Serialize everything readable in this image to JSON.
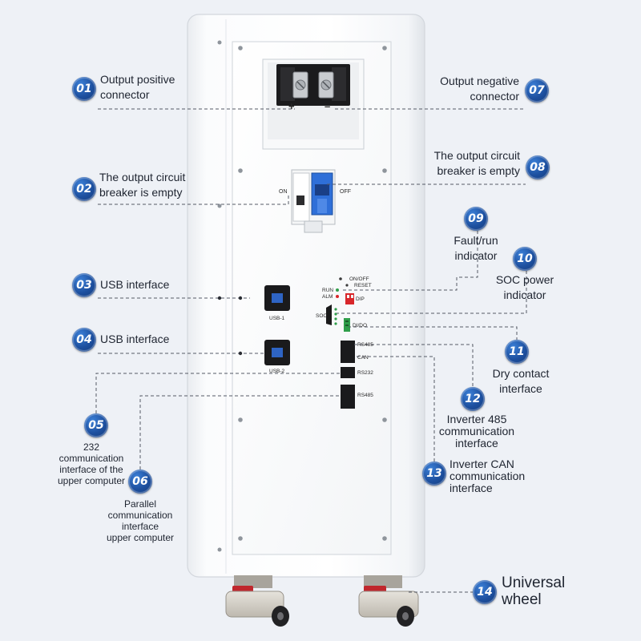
{
  "callouts": [
    {
      "number": "01",
      "lines": [
        "Output positive",
        "connector"
      ]
    },
    {
      "number": "02",
      "lines": [
        "The output circuit",
        "breaker is empty"
      ]
    },
    {
      "number": "03",
      "lines": [
        "USB interface"
      ]
    },
    {
      "number": "04",
      "lines": [
        "USB interface"
      ]
    },
    {
      "number": "05",
      "lines": [
        "232",
        "communication",
        "interface of the",
        "upper computer"
      ]
    },
    {
      "number": "06",
      "lines": [
        "Parallel",
        "communication",
        "interface",
        "upper computer"
      ]
    },
    {
      "number": "07",
      "lines": [
        "Output negative",
        "connector"
      ]
    },
    {
      "number": "08",
      "lines": [
        "The output circuit",
        "breaker is empty"
      ]
    },
    {
      "number": "09",
      "lines": [
        "Fault/run",
        "indicator"
      ]
    },
    {
      "number": "10",
      "lines": [
        "SOC power",
        "indicator"
      ]
    },
    {
      "number": "11",
      "lines": [
        "Dry contact",
        "interface"
      ]
    },
    {
      "number": "12",
      "lines": [
        "Inverter 485",
        "communication",
        "interface"
      ]
    },
    {
      "number": "13",
      "lines": [
        "Inverter CAN",
        "communication",
        "interface"
      ]
    },
    {
      "number": "14",
      "lines": [
        "Universal",
        "wheel"
      ]
    }
  ],
  "panel": {
    "plus": "+",
    "minus": "–",
    "on": "ON",
    "off": "OFF",
    "usb1": "USB-1",
    "usb2": "USB-2",
    "onoff": "ON/OFF",
    "reset": "RESET",
    "run": "RUN",
    "alm": "ALM",
    "dip": "DIP",
    "soc": "SOC",
    "dido": "DI/DO",
    "rs485_top": "RS485",
    "can": "CAN",
    "rs232": "RS232",
    "rs485_bottom": "RS485"
  },
  "colors": {
    "badge": "#1d4f9e",
    "breaker": "#2f6fd8",
    "dip_switch": "#d8262a",
    "wheel_band": "#c0272d",
    "terminal_green": "#2f9e4a",
    "leader_line": "#555a66"
  }
}
